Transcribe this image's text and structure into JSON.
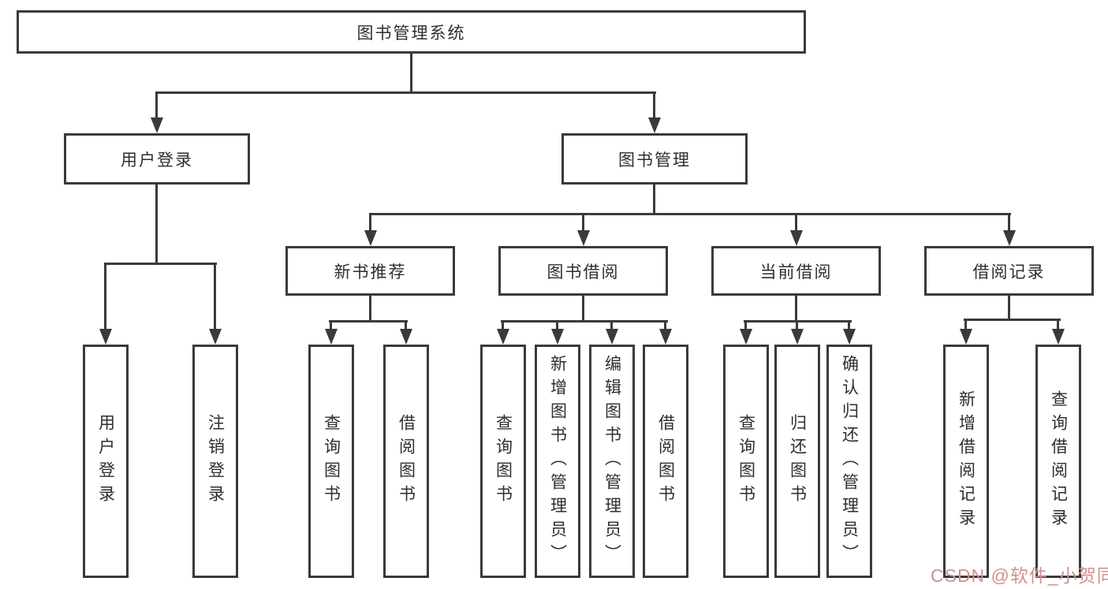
{
  "title": "图书管理系统",
  "nodes": {
    "user_login": "用户登录",
    "book_management": "图书管理",
    "new_book_recommend": "新书推荐",
    "book_borrow": "图书借阅",
    "current_borrow": "当前借阅",
    "borrow_records": "借阅记录"
  },
  "leaves": {
    "user": [
      "用户登录",
      "注销登录"
    ],
    "recommend": [
      "查询图书",
      "借阅图书"
    ],
    "borrow": [
      "查询图书",
      "新增图书（管理员）",
      "编辑图书（管理员）",
      "借阅图书"
    ],
    "current": [
      "查询图书",
      "归还图书",
      "确认归还（管理员）"
    ],
    "records": [
      "新增借阅记录",
      "查询借阅记录"
    ]
  },
  "watermark": "CSDN @软件_小贺同学",
  "colors": {
    "line": "#3a3a3a",
    "text": "#2e2e2e",
    "watermark_pink": "#cf9191"
  }
}
